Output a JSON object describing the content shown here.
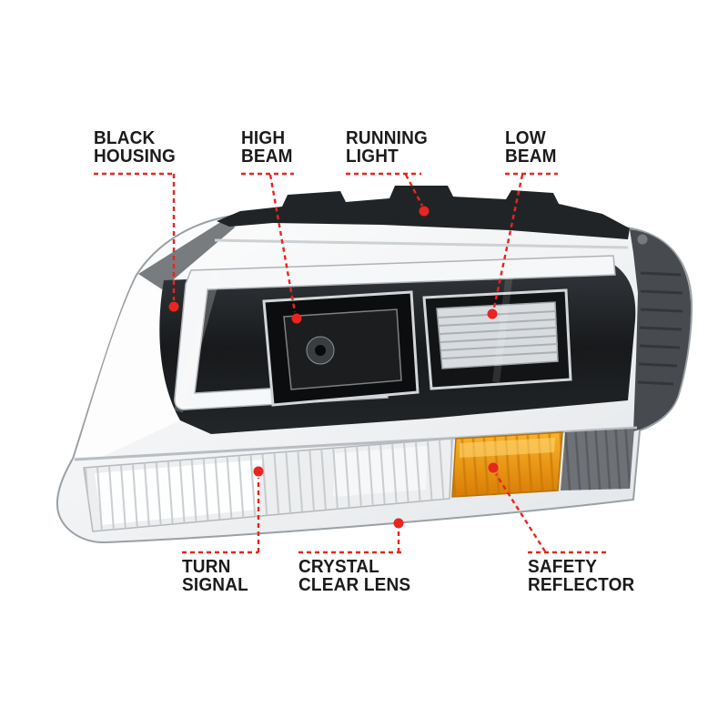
{
  "style": {
    "callout_red": "#e8251f",
    "label_color": "#1b1b1b",
    "amber": "#f0991c",
    "background": "#ffffff"
  },
  "callouts": {
    "black_housing": {
      "line1": "BLACK",
      "line2": "HOUSING"
    },
    "high_beam": {
      "line1": "HIGH",
      "line2": "BEAM"
    },
    "running_light": {
      "line1": "RUNNING",
      "line2": "LIGHT"
    },
    "low_beam": {
      "line1": "LOW",
      "line2": "BEAM"
    },
    "turn_signal": {
      "line1": "TURN",
      "line2": "SIGNAL"
    },
    "crystal_clear_lens": {
      "line1": "CRYSTAL",
      "line2": "CLEAR LENS"
    },
    "safety_reflector": {
      "line1": "SAFETY",
      "line2": "REFLECTOR"
    }
  }
}
